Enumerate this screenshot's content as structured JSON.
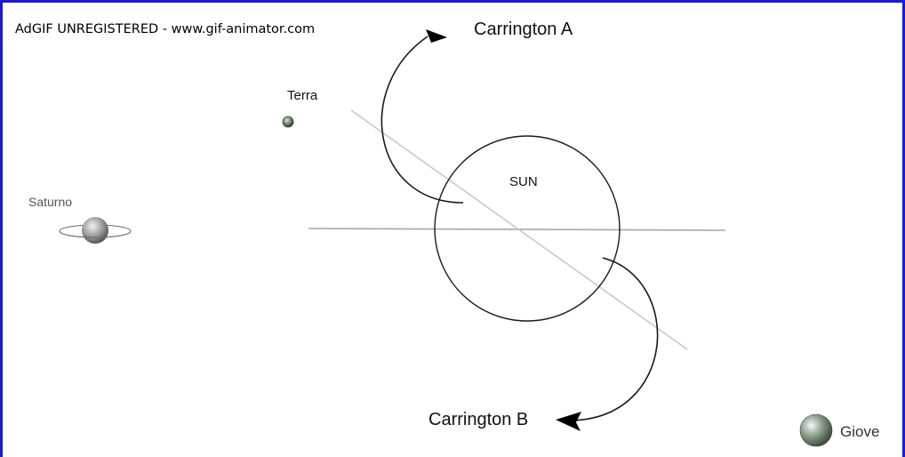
{
  "watermark": "AdGIF UNREGISTERED - www.gif-animator.com",
  "labels": {
    "carrington_a": "Carrington A",
    "carrington_b": "Carrington B",
    "sun": "SUN",
    "terra": "Terra",
    "saturno": "Saturno",
    "giove": "Giove"
  },
  "colors": {
    "border": "#1a1ad8",
    "sun_outline": "#1a1a1a",
    "axis_line": "#a8a8a8",
    "tilted_line": "#c4c4c4",
    "planet_fill": "#8a9a8a",
    "text": "#111111"
  },
  "icons": {
    "terra": "small-planet-icon",
    "saturno": "ringed-planet-icon",
    "giove": "planet-sphere-icon"
  }
}
